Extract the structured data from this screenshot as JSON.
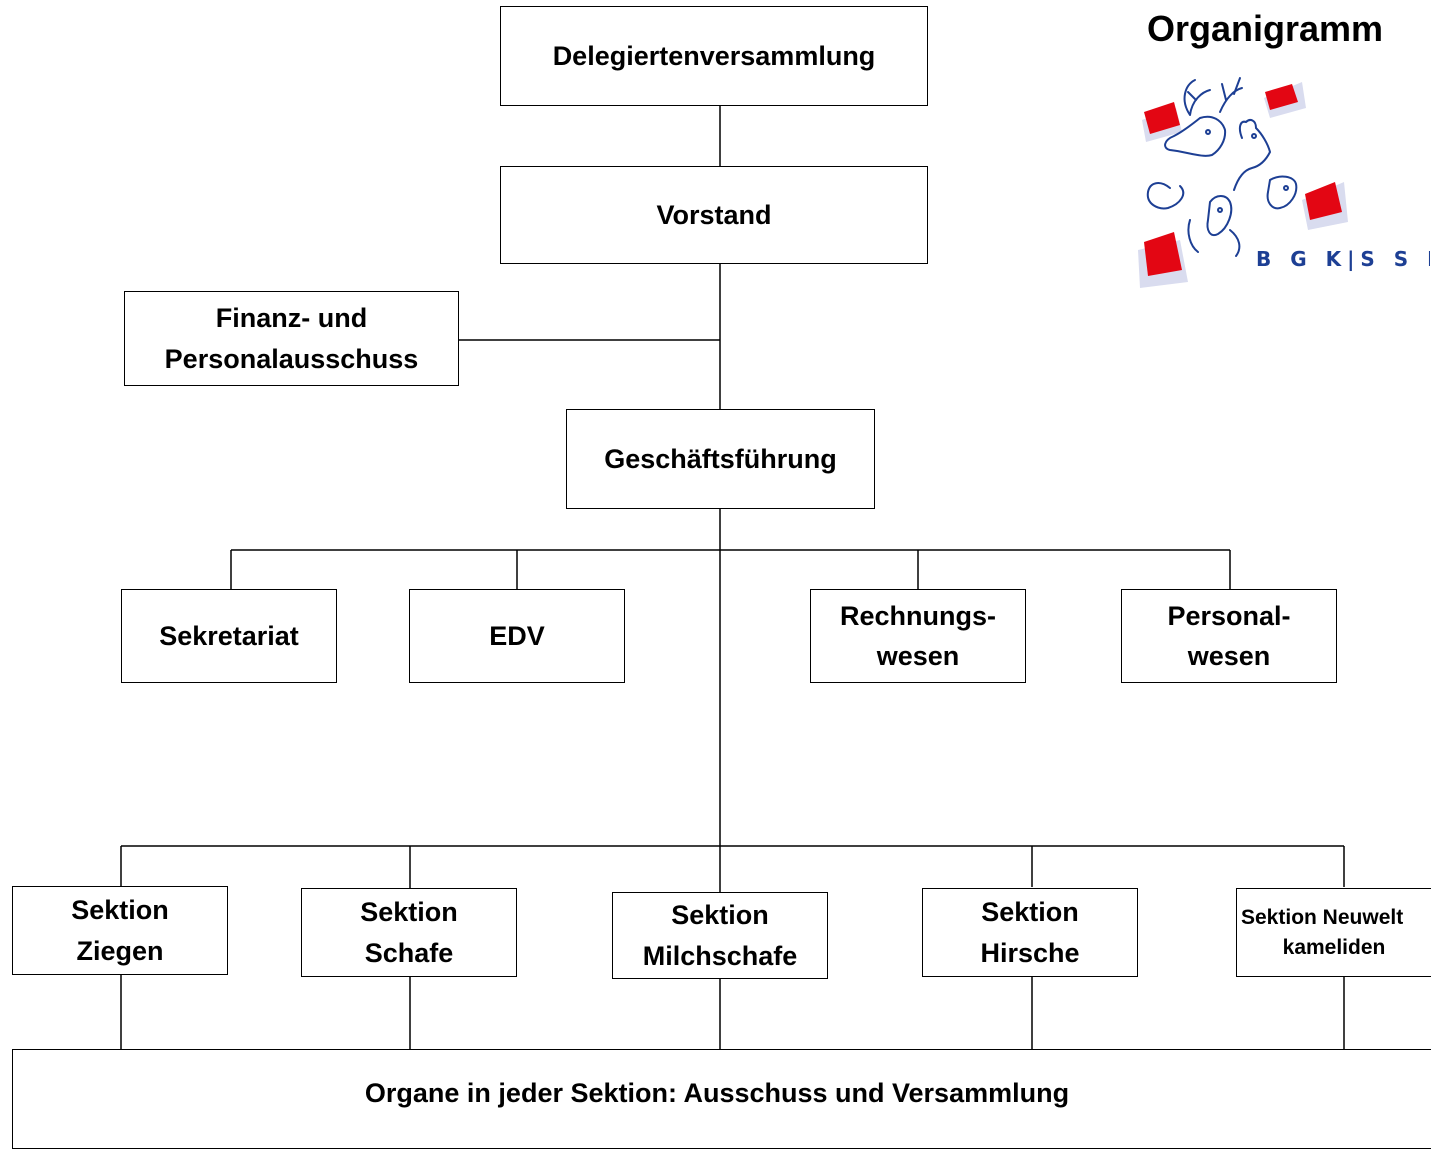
{
  "title": "Organigramm",
  "logo": {
    "text": "B G K|S S P"
  },
  "nodes": {
    "delegiertenversammlung": "Delegiertenversammlung",
    "vorstand": "Vorstand",
    "finanz_line1": "Finanz- und",
    "finanz_line2": "Personalausschuss",
    "geschaeftsfuehrung": "Geschäftsführung",
    "sekretariat": "Sekretariat",
    "edv": "EDV",
    "rechnungswesen_line1": "Rechnungs-",
    "rechnungswesen_line2": "wesen",
    "personalwesen_line1": "Personal-",
    "personalwesen_line2": "wesen",
    "sektion_ziegen_line1": "Sektion",
    "sektion_ziegen_line2": "Ziegen",
    "sektion_schafe_line1": "Sektion",
    "sektion_schafe_line2": "Schafe",
    "sektion_milchschafe_line1": "Sektion",
    "sektion_milchschafe_line2": "Milchschafe",
    "sektion_hirsche_line1": "Sektion",
    "sektion_hirsche_line2": "Hirsche",
    "sektion_neuwelt_line1": "Sektion Neuwelt",
    "sektion_neuwelt_line2": "kameliden",
    "organe": "Organe in jeder Sektion: Ausschuss und Versammlung"
  },
  "colors": {
    "logo_red": "#e30613",
    "logo_blue": "#1d3f94",
    "logo_lavender": "#d9dcef"
  }
}
